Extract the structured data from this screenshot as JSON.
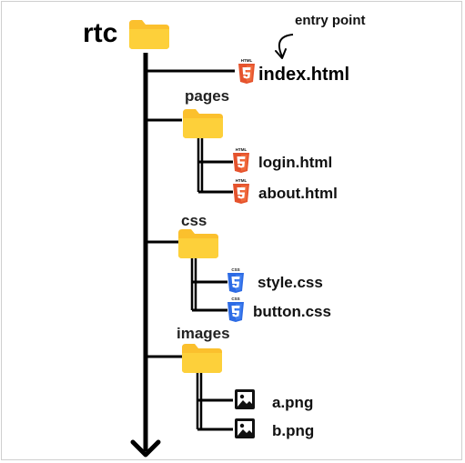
{
  "tree": {
    "root_label": "rtc",
    "annotation": "entry point",
    "files": {
      "index": "index.html",
      "login": "login.html",
      "about": "about.html",
      "style": "style.css",
      "button": "button.css",
      "a": "a.png",
      "b": "b.png"
    },
    "folders": {
      "pages": "pages",
      "css": "css",
      "images": "images"
    },
    "icons": {
      "html": "html5-icon",
      "css": "css3-icon",
      "image": "image-file-icon",
      "folder": "folder-icon",
      "html_badge": "HTML",
      "css_badge": "CSS"
    },
    "colors": {
      "folder": "#FBC02D",
      "html": "#E5532D",
      "css": "#2D6BE4",
      "line": "#000000"
    }
  }
}
